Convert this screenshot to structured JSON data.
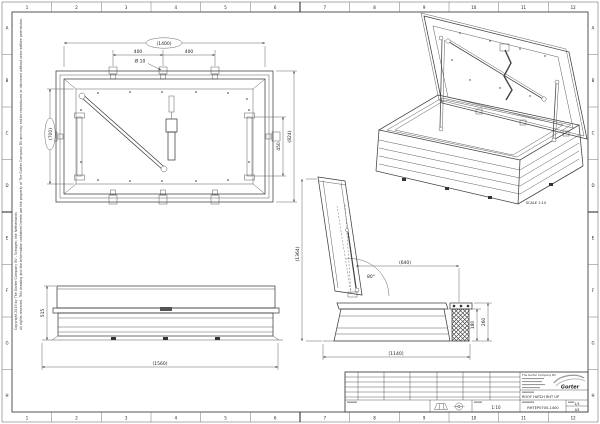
{
  "sheet": {
    "grid_numbers": [
      "1",
      "2",
      "3",
      "4",
      "5",
      "6",
      "7",
      "8",
      "9",
      "10",
      "11",
      "12"
    ],
    "grid_letters": [
      "A",
      "B",
      "C",
      "D",
      "E",
      "F",
      "G",
      "H"
    ]
  },
  "dims": {
    "plan_width": "(1400)",
    "plan_hinge_left": "400",
    "plan_hinge_right": "400",
    "plan_hole": "Ø 10",
    "plan_height": "(700)",
    "plan_latch": "450",
    "plan_outer": "(824)",
    "closed_width": "(1560)",
    "closed_height": "515",
    "open_clear": "(640)",
    "open_base": "[1140]",
    "open_height": "(1364)",
    "open_angle": "80°",
    "curb_inner": "180",
    "curb_outer": "260"
  },
  "iso": {
    "scale_note": "SCALE 1:10"
  },
  "title_block": {
    "company": "The Gorter Company BV",
    "logo_text": "Gorter",
    "title": "ROOF HATCH RHT UP",
    "drawing_number": "RHTEP0700-1400",
    "scale": "1:10",
    "sheet_no": "1/1",
    "paper_size": "A3"
  },
  "copyright": {
    "line1": "Copyright 2019 by The Gorter Company BV - Schagen, the Netherlands",
    "line2": "All rights reserved. This drawing and the information contained herein are the property of The Gorter Company BV and may not be reproduced or disclosed without prior written permission."
  }
}
